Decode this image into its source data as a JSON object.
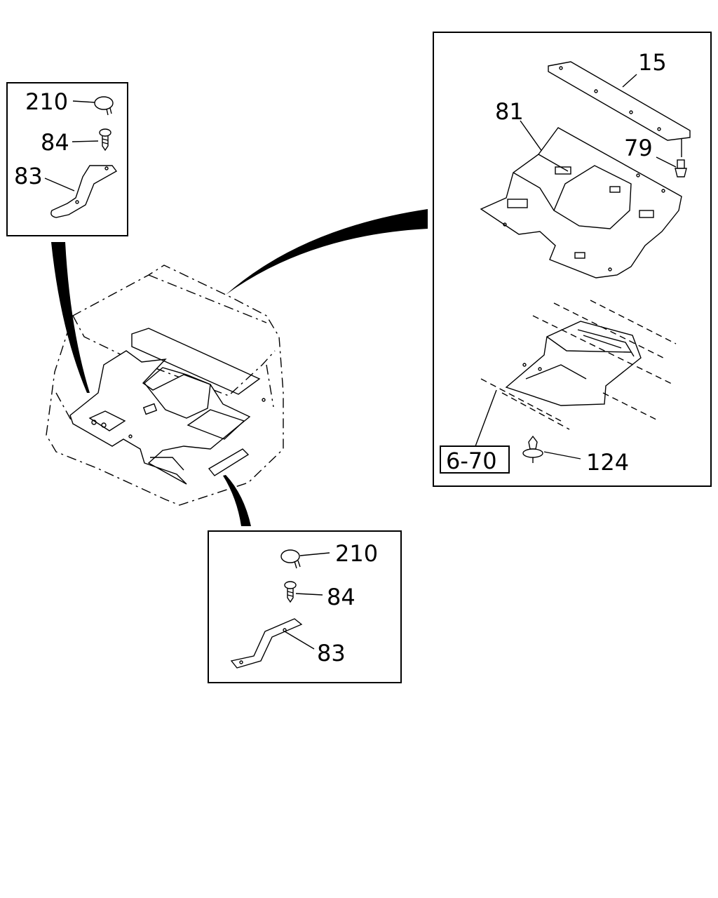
{
  "callouts": {
    "left_box": {
      "clip": "210",
      "screw": "84",
      "bracket": "83"
    },
    "bottom_box": {
      "clip": "210",
      "screw": "84",
      "bracket": "83"
    },
    "right_box": {
      "cover": "15",
      "mat": "81",
      "fastener": "79",
      "clip": "124",
      "reference": "6-70"
    }
  }
}
